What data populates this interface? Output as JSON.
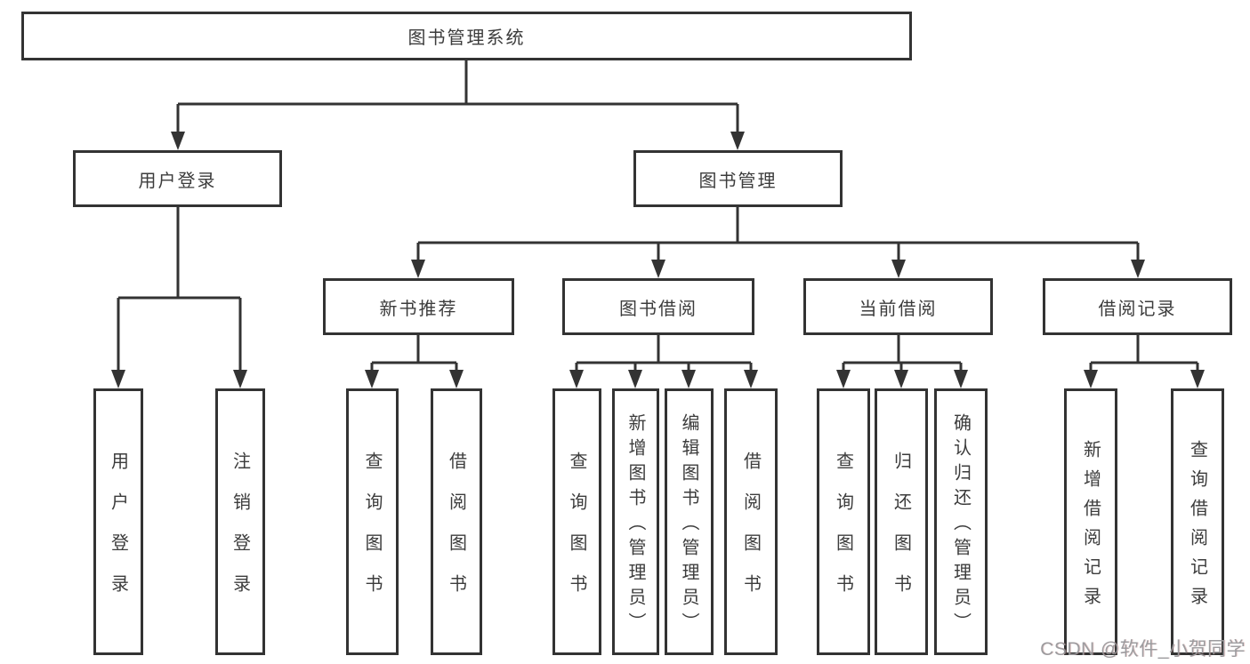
{
  "colors": {
    "line": "#333333",
    "box_border": "#333333",
    "text": "#3c3c3c",
    "watermark": "#98989b",
    "background": "#ffffff"
  },
  "watermark": {
    "text": "CSDN @软件_小贺同学"
  },
  "tree": {
    "root": {
      "label": "图书管理系统",
      "children": [
        {
          "label": "用户登录",
          "children": [
            {
              "label": "用户登录"
            },
            {
              "label": "注销登录"
            }
          ]
        },
        {
          "label": "图书管理",
          "children": [
            {
              "label": "新书推荐",
              "children": [
                {
                  "label": "查询图书"
                },
                {
                  "label": "借阅图书"
                }
              ]
            },
            {
              "label": "图书借阅",
              "children": [
                {
                  "label": "查询图书"
                },
                {
                  "label": "新增图书（管理员）"
                },
                {
                  "label": "编辑图书（管理员）"
                },
                {
                  "label": "借阅图书"
                }
              ]
            },
            {
              "label": "当前借阅",
              "children": [
                {
                  "label": "查询图书"
                },
                {
                  "label": "归还图书"
                },
                {
                  "label": "确认归还（管理员）"
                }
              ]
            },
            {
              "label": "借阅记录",
              "children": [
                {
                  "label": "新增借阅记录"
                },
                {
                  "label": "查询借阅记录"
                }
              ]
            }
          ]
        }
      ]
    }
  }
}
